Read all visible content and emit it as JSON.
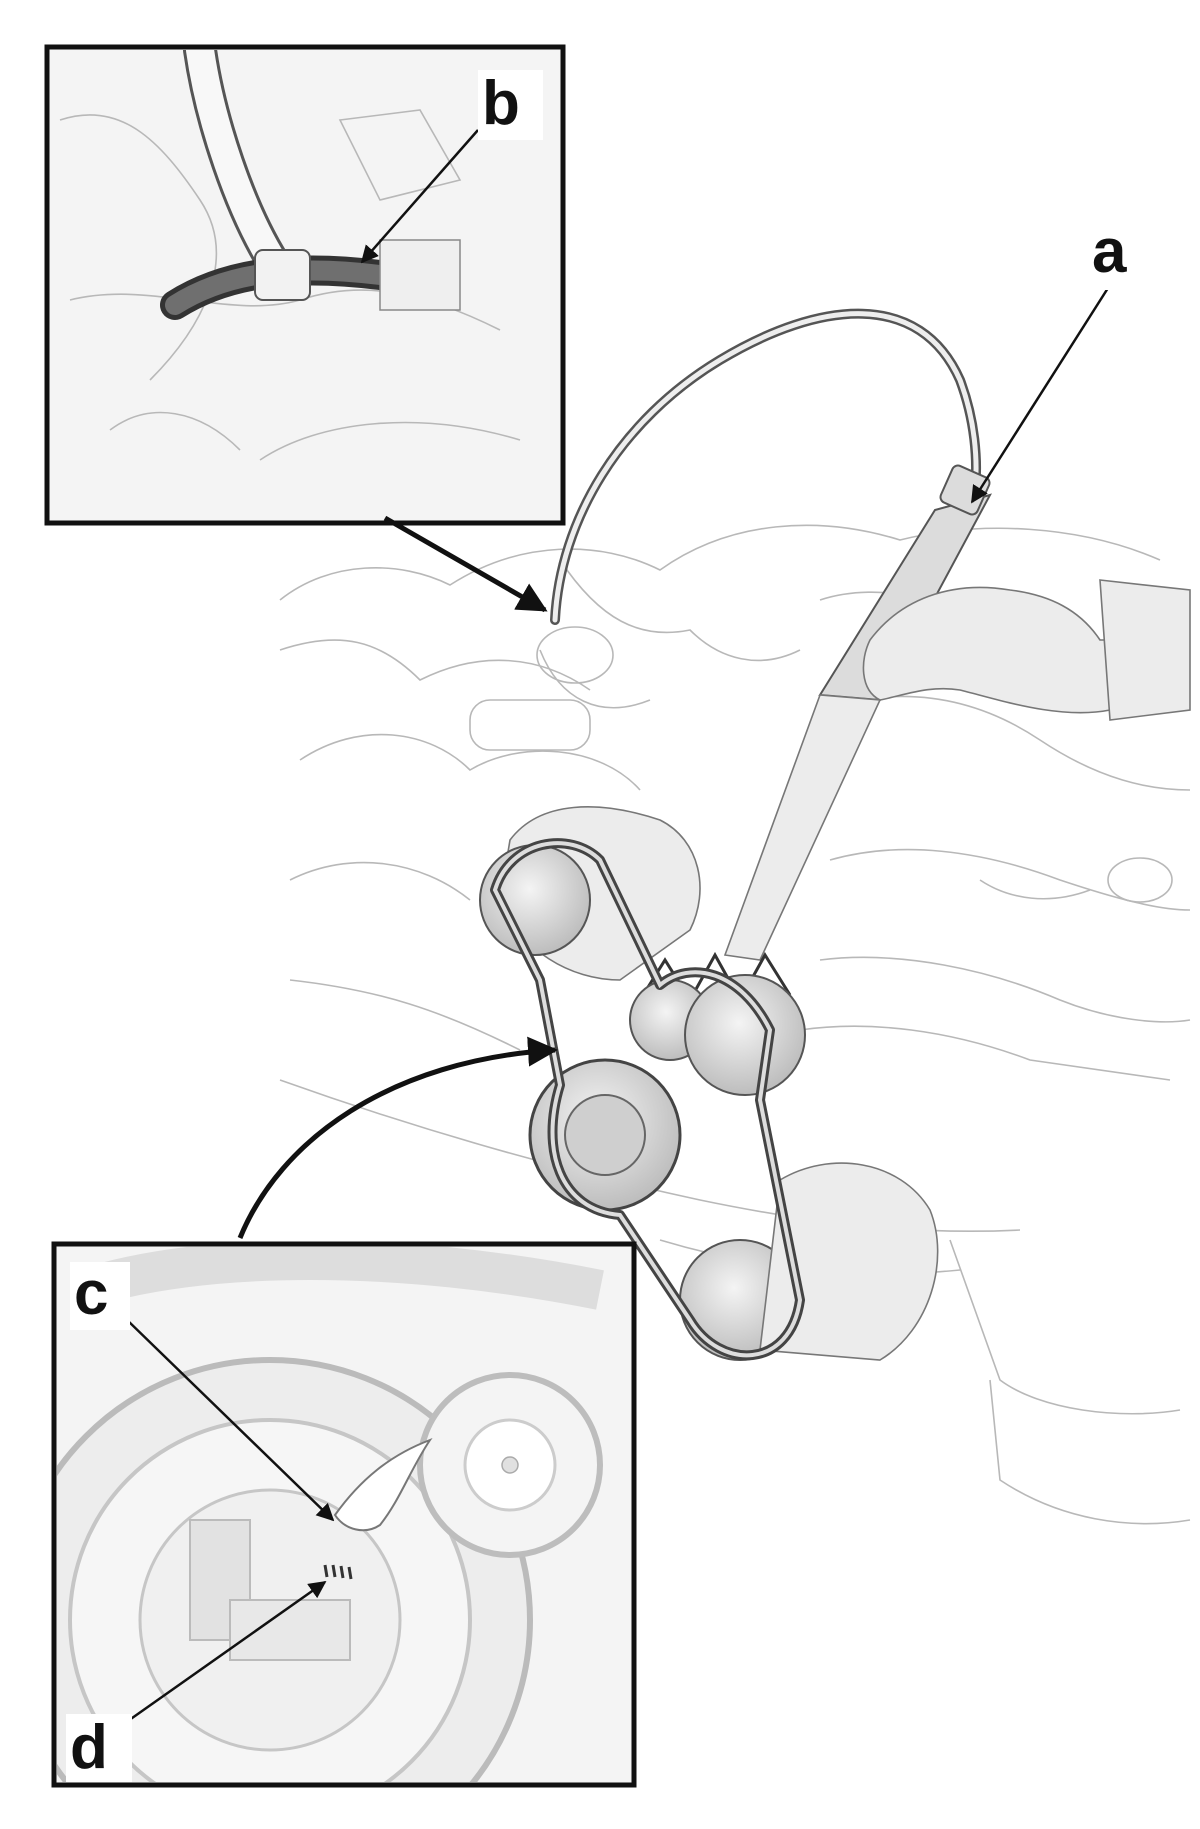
{
  "callouts": {
    "a": "a",
    "b": "b",
    "c": "c",
    "d": "d"
  },
  "colors": {
    "line": "#111111",
    "frame_fill": "#f4f4f4",
    "sketch": "#b8b8b8",
    "part_fill": "#dcdcdc"
  }
}
